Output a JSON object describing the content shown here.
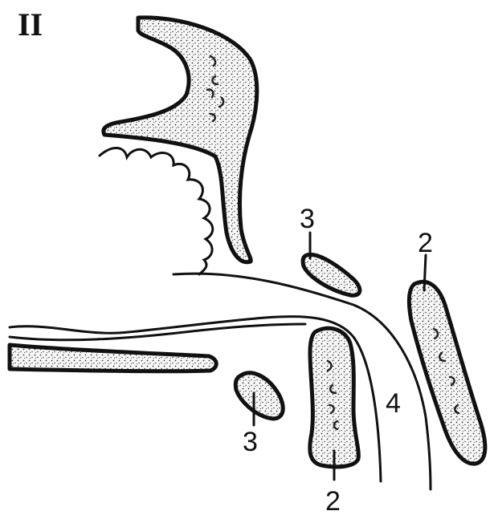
{
  "panel_label": "II",
  "labels": {
    "label_3_upper": "3",
    "label_3_lower": "3",
    "label_2_right": "2",
    "label_2_bottom": "2",
    "label_4": "4"
  },
  "colors": {
    "ink": "#111111",
    "paper": "#ffffff"
  }
}
